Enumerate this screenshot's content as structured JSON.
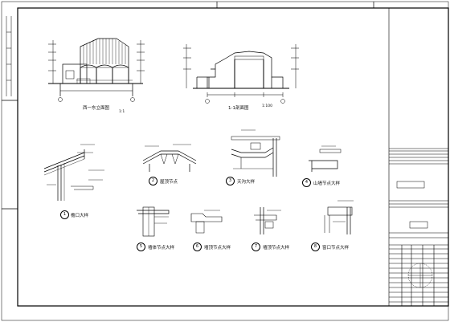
{
  "sheet": {
    "type": "architectural-construction-drawing",
    "line_color": "#000000",
    "background": "#ffffff"
  },
  "views": [
    {
      "id": "elevation",
      "caption": "西一东立面图",
      "scale": "1:1"
    },
    {
      "id": "section",
      "caption": "1-1剖面图",
      "scale": "1:100"
    }
  ],
  "details": [
    {
      "number": "1",
      "caption": "檐口大样"
    },
    {
      "number": "2",
      "caption": "屋顶节点"
    },
    {
      "number": "3",
      "caption": "天沟大样"
    },
    {
      "number": "4",
      "caption": "山墙节点大样"
    },
    {
      "number": "5",
      "caption": "墙体节点大样"
    },
    {
      "number": "6",
      "caption": "墙顶节点大样"
    },
    {
      "number": "7",
      "caption": "墙顶节点大样"
    },
    {
      "number": "8",
      "caption": "窗口节点大样"
    }
  ]
}
